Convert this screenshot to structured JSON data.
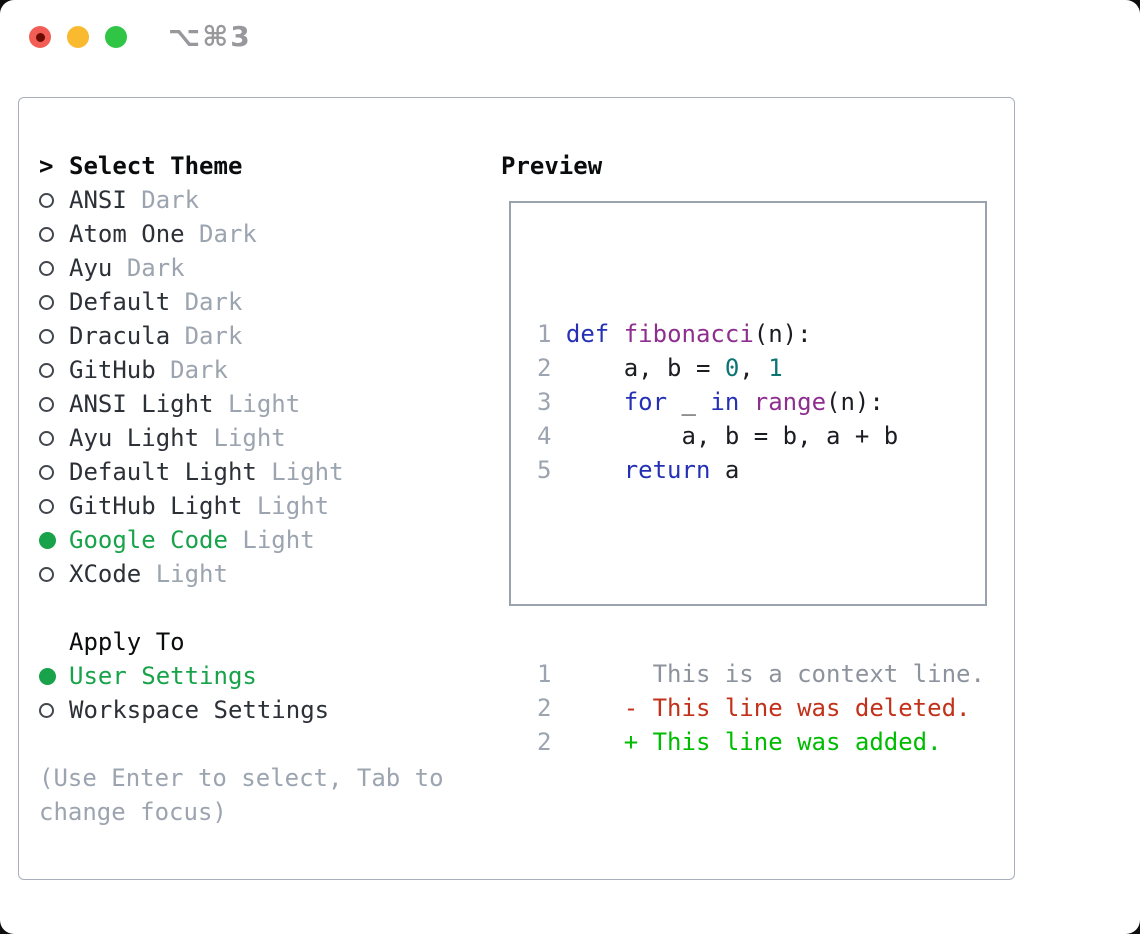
{
  "titlebar": {
    "title": "⌥⌘3",
    "close_icon": "traffic-light-red",
    "minimize_icon": "traffic-light-yellow",
    "zoom_icon": "traffic-light-green"
  },
  "theme_list": {
    "header_prefix": ">",
    "header": "Select Theme",
    "items": [
      {
        "name": "ANSI",
        "variant": "Dark",
        "selected": false
      },
      {
        "name": "Atom One",
        "variant": "Dark",
        "selected": false
      },
      {
        "name": "Ayu",
        "variant": "Dark",
        "selected": false
      },
      {
        "name": "Default",
        "variant": "Dark",
        "selected": false
      },
      {
        "name": "Dracula",
        "variant": "Dark",
        "selected": false
      },
      {
        "name": "GitHub",
        "variant": "Dark",
        "selected": false
      },
      {
        "name": "ANSI Light",
        "variant": "Light",
        "selected": false
      },
      {
        "name": "Ayu Light",
        "variant": "Light",
        "selected": false
      },
      {
        "name": "Default Light",
        "variant": "Light",
        "selected": false
      },
      {
        "name": "GitHub Light",
        "variant": "Light",
        "selected": false
      },
      {
        "name": "Google Code",
        "variant": "Light",
        "selected": true
      },
      {
        "name": "XCode",
        "variant": "Light",
        "selected": false
      }
    ]
  },
  "apply_to": {
    "label": "Apply To",
    "options": [
      {
        "name": "User Settings",
        "selected": true
      },
      {
        "name": "Workspace Settings",
        "selected": false
      }
    ]
  },
  "footer": {
    "hint": "(Use Enter to select, Tab to change focus)"
  },
  "preview": {
    "title": "Preview",
    "code_lines": [
      {
        "num": "1",
        "tokens": [
          [
            " ",
            "pln"
          ],
          [
            "def",
            "kwd"
          ],
          [
            " ",
            "pln"
          ],
          [
            "fibonacci",
            "typ"
          ],
          [
            "(n):",
            "pln"
          ]
        ]
      },
      {
        "num": "2",
        "tokens": [
          [
            "     a, b = ",
            "pln"
          ],
          [
            "0",
            "lit"
          ],
          [
            ", ",
            "pln"
          ],
          [
            "1",
            "lit"
          ]
        ]
      },
      {
        "num": "3",
        "tokens": [
          [
            "     ",
            "pln"
          ],
          [
            "for",
            "kwd"
          ],
          [
            " _ ",
            "pln"
          ],
          [
            "in",
            "kwd"
          ],
          [
            " ",
            "pln"
          ],
          [
            "range",
            "typ"
          ],
          [
            "(n):",
            "pln"
          ]
        ]
      },
      {
        "num": "4",
        "tokens": [
          [
            "         a, b = b, a + b",
            "pln"
          ]
        ]
      },
      {
        "num": "5",
        "tokens": [
          [
            "     ",
            "pln"
          ],
          [
            "return",
            "kwd"
          ],
          [
            " a",
            "pln"
          ]
        ]
      }
    ],
    "diff_lines": [
      {
        "num": "1",
        "kind": "context",
        "content": "       This is a context line."
      },
      {
        "num": "2",
        "kind": "deleted",
        "content": "     - This line was deleted."
      },
      {
        "num": "2",
        "kind": "added",
        "content": "     + This line was added."
      }
    ]
  },
  "colors": {
    "accent-green": "#18a34b",
    "diff-added": "#00bc00",
    "diff-deleted": "#c23119",
    "diff-context": "#8d939d",
    "muted": "#9ba4af",
    "text": "#2c3037",
    "heading": "#0b0c0e",
    "panel-border": "#a9b0bb",
    "preview-border": "#99a2ad",
    "syntax-keyword": "#2531b4",
    "syntax-name": "#8e2f90",
    "syntax-literal": "#0c7474",
    "syntax-plain": "#1b1d22",
    "line-number": "#9ba4af",
    "title-gray": "#97979c",
    "radio-stroke": "#42474e",
    "light-red": "#f25e56",
    "light-red-dot": "#6b0b03",
    "light-yellow": "#f9ba2f",
    "light-green": "#31c546"
  }
}
